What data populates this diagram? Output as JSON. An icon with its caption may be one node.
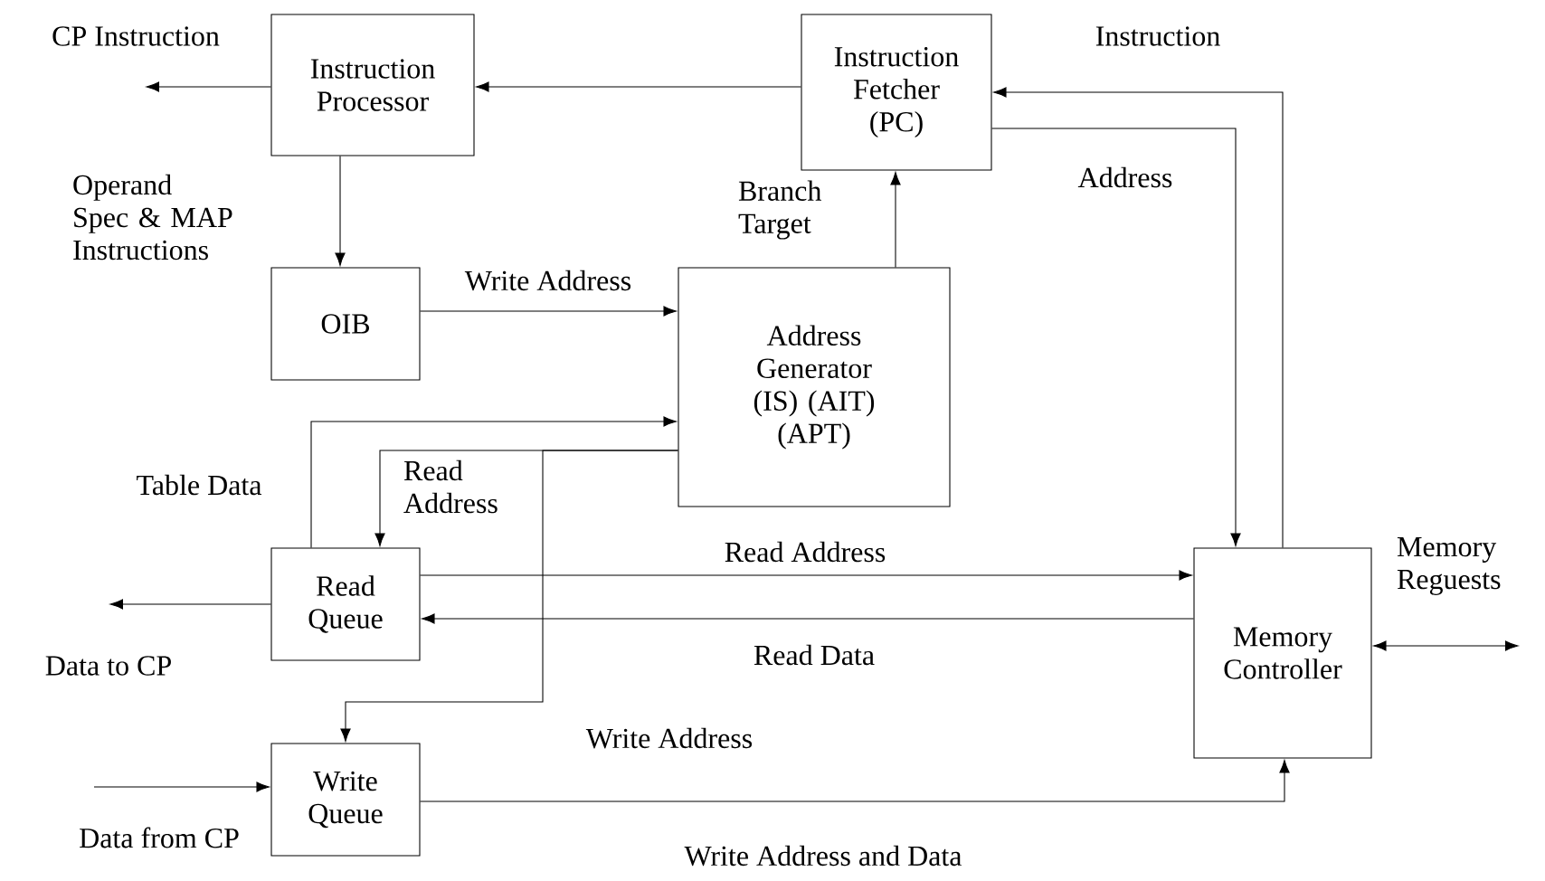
{
  "diagram": {
    "nodes": [
      {
        "text": [
          "Instruction Processor"
        ]
      },
      {
        "text": [
          "Instruction Fetcher (PC)"
        ]
      },
      {
        "text": [
          "OIB"
        ]
      },
      {
        "text": [
          "Address Generator (IS) (AIT) (APT)"
        ]
      },
      {
        "text": [
          "Read Queue"
        ]
      },
      {
        "text": [
          "Write Queue"
        ]
      },
      {
        "text": [
          "Memory Controller"
        ]
      }
    ],
    "edges": [
      {
        "from": 0,
        "to": null,
        "arrow": "to",
        "label": "CP Instruction"
      },
      {
        "from": 1,
        "to": 0,
        "arrow": "to"
      },
      {
        "from": 0,
        "to": 2,
        "arrow": "to",
        "label": "Operand Spec & MAP Instructions"
      },
      {
        "from": 2,
        "to": 3,
        "arrow": "to",
        "label": "Write Address"
      },
      {
        "from": 3,
        "to": 1,
        "arrow": "to",
        "label": "Branch Target"
      },
      {
        "from": 4,
        "to": 3,
        "arrow": "to",
        "label": "Table Data"
      },
      {
        "from": 3,
        "to": 4,
        "arrow": "to",
        "label": "Read Address"
      },
      {
        "from": 3,
        "to": 5,
        "arrow": "to",
        "label": "Write Address"
      },
      {
        "from": 4,
        "to": 6,
        "arrow": "to",
        "label": "Read Address"
      },
      {
        "from": 6,
        "to": 4,
        "arrow": "to",
        "label": "Read Data"
      },
      {
        "from": 5,
        "to": 6,
        "arrow": "to",
        "label": "Write Address and Data"
      },
      {
        "from": 1,
        "to": 6,
        "arrow": "to",
        "label": "Address"
      },
      {
        "from": 6,
        "to": 1,
        "arrow": "to",
        "label": "Instruction"
      },
      {
        "from": 6,
        "to": null,
        "arrow": "both",
        "label": "Memory Reguests"
      },
      {
        "from": 4,
        "to": null,
        "arrow": "to",
        "label": "Data to CP"
      },
      {
        "from": null,
        "to": 5,
        "arrow": "to",
        "label": "Data from CP"
      }
    ]
  }
}
